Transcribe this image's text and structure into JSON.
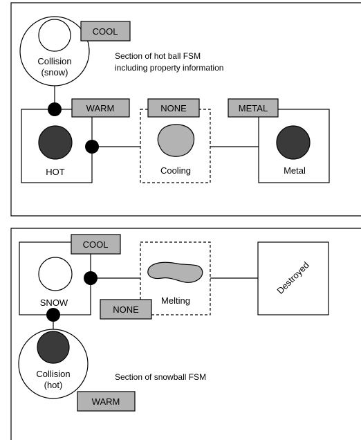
{
  "panel_top": {
    "caption_line1": "Section of hot ball FSM",
    "caption_line2": "including property information",
    "collision": {
      "label_line1": "Collision",
      "label_line2": "(snow)",
      "tag": "COOL"
    },
    "hot_state": {
      "label": "HOT",
      "tag": "WARM"
    },
    "cooling_state": {
      "label": "Cooling",
      "tag": "NONE"
    },
    "metal_state": {
      "label": "Metal",
      "tag": "METAL"
    }
  },
  "panel_bottom": {
    "caption": "Section of snowball FSM",
    "snow_state": {
      "label": "SNOW",
      "tag": "COOL"
    },
    "melting_state": {
      "label": "Melting",
      "tag": "NONE"
    },
    "destroyed_state": {
      "label": "Destroyed"
    },
    "collision": {
      "label_line1": "Collision",
      "label_line2": "(hot)",
      "tag": "WARM"
    }
  },
  "colors": {
    "tag_fill": "#b3b3b3",
    "dark_fill": "#3a3a3a",
    "blob_fill": "#b3b3b3",
    "stroke": "#000000"
  }
}
